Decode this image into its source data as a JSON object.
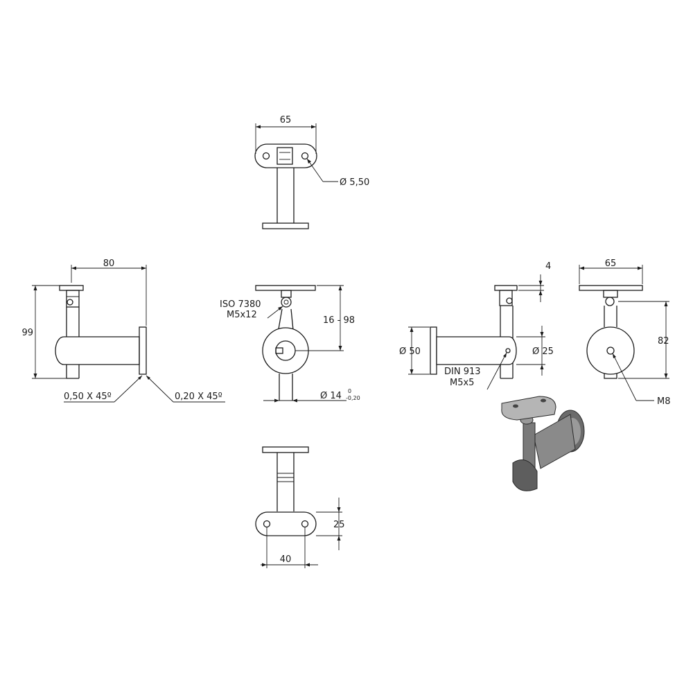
{
  "dimensions": {
    "top_width": "65",
    "top_hole": "Ø 5,50",
    "side_width": "80",
    "side_height": "99",
    "chamfer_left": "0,50 X 45º",
    "chamfer_right": "0,20 X 45º",
    "pin_std": "ISO 7380",
    "pin_size": "M5x12",
    "adjust_range": "16 - 98",
    "bar_dia": "Ø 14",
    "tol_upper": "0",
    "tol_lower": "-0,20",
    "plate_thickness": "4",
    "flange_dia": "Ø 50",
    "tube_dia": "Ø 25",
    "screw_std": "DIN 913",
    "screw_size": "M5x5",
    "right_width": "65",
    "right_height": "82",
    "thread": "M8",
    "bottom_height": "25",
    "bottom_width": "40"
  }
}
